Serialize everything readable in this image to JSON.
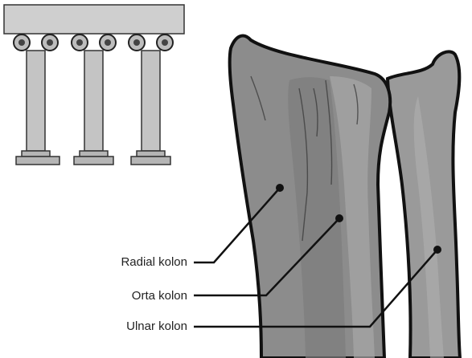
{
  "labels": {
    "radial": "Radial kolon",
    "middle": "Orta kolon",
    "ulnar": "Ulnar kolon"
  },
  "colors": {
    "bone_fill": "#8c8c8c",
    "bone_light": "#a8a8a8",
    "bone_dark": "#6f6f6f",
    "outline": "#111111",
    "temple_fill": "#c8c8c8",
    "temple_dark": "#9a9a9a"
  },
  "icons": [
    "temple-icon"
  ]
}
